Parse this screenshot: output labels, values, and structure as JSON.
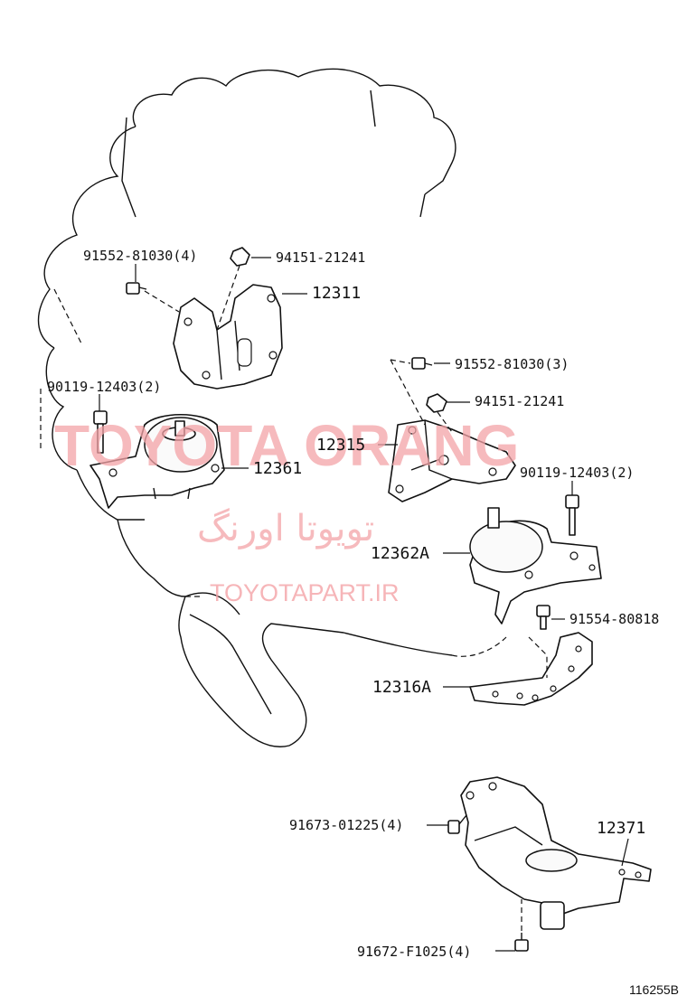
{
  "labels": {
    "p91552_top": "91552-81030(4)",
    "p94151_top": "94151-21241",
    "p12311": "12311",
    "p91552_mid": "91552-81030(3)",
    "p94151_mid": "94151-21241",
    "p90119_left": "90119-12403(2)",
    "p12315": "12315",
    "p12361": "12361",
    "p90119_right": "90119-12403(2)",
    "p12362A": "12362A",
    "p91554": "91554-80818",
    "p12316A": "12316A",
    "p91673": "91673-01225(4)",
    "p12371": "12371",
    "p91672": "91672-F1025(4)"
  },
  "watermark": {
    "main": "TOYOTA ORANG",
    "persian": "تویوتا اورنگ",
    "url": "TOYOTAPART.IR"
  },
  "figure_id": "116255B",
  "icons": [
    "bolt-icon",
    "nut-icon"
  ],
  "colors": {
    "line": "#111111",
    "watermark": "#f4a3a7",
    "background": "#ffffff"
  }
}
